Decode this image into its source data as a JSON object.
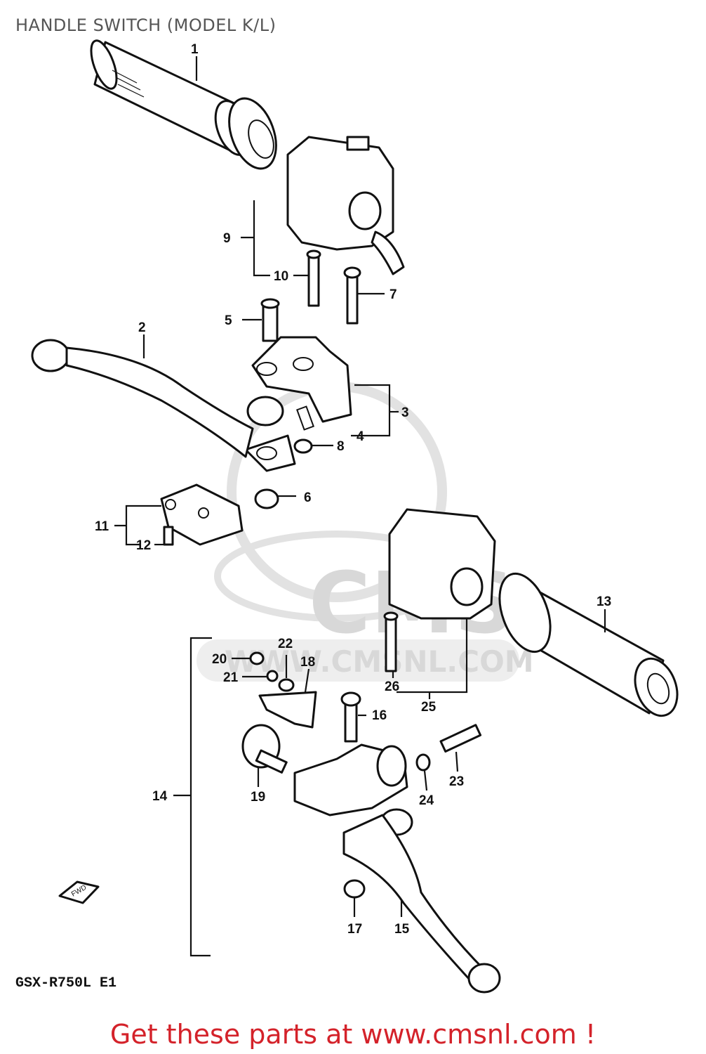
{
  "title": "HANDLE SWITCH (MODEL K/L)",
  "model_code": "GSX-R750L E1",
  "footer_text": "Get these parts at www.cmsnl.com !",
  "watermark": {
    "logo_text": "CMS",
    "url_text": "WWW.CMSNL.COM"
  },
  "fwd_marker": "FWD",
  "callouts": [
    "1",
    "2",
    "3",
    "4",
    "5",
    "6",
    "7",
    "8",
    "9",
    "10",
    "11",
    "12",
    "13",
    "14",
    "15",
    "16",
    "17",
    "18",
    "19",
    "20",
    "21",
    "22",
    "23",
    "24",
    "25",
    "26"
  ],
  "colors": {
    "footer": "#d4222a",
    "title": "#555555",
    "ink": "#111111",
    "watermark": "#d8d8d8"
  }
}
